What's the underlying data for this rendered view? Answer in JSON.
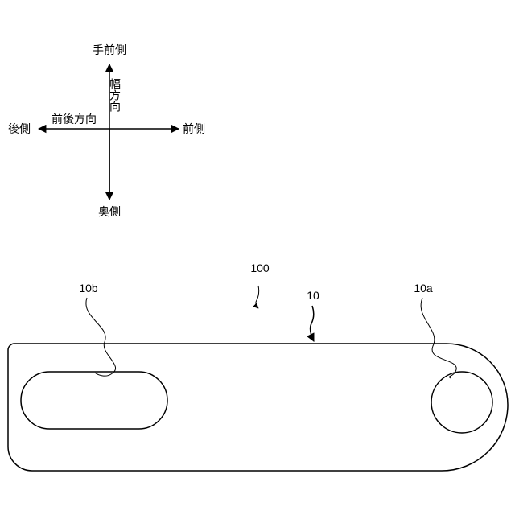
{
  "directions": {
    "top": "手前側",
    "bottom": "奥側",
    "left": "後側",
    "right": "前側",
    "horizontal_axis": "前後方向",
    "vertical_axis": "幅方向"
  },
  "reference_numerals": {
    "assembly": "100",
    "plate": "10",
    "round_hole": "10a",
    "slot_hole": "10b"
  }
}
